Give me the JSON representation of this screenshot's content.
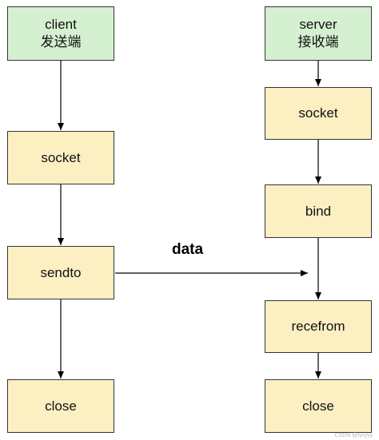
{
  "nodes": {
    "client": {
      "line1": "client",
      "line2": "发送端"
    },
    "client_socket": {
      "label": "socket"
    },
    "sendto": {
      "label": "sendto"
    },
    "client_close": {
      "label": "close"
    },
    "server": {
      "line1": "server",
      "line2": "接收端"
    },
    "server_socket": {
      "label": "socket"
    },
    "bind": {
      "label": "bind"
    },
    "recefrom": {
      "label": "recefrom"
    },
    "server_close": {
      "label": "close"
    }
  },
  "edge_label": "data",
  "colors": {
    "header_fill": "#d5f0d0",
    "step_fill": "#fcefc2",
    "stroke": "#333333",
    "arrow": "#000000"
  },
  "watermark": "CSDN @ryryyy"
}
